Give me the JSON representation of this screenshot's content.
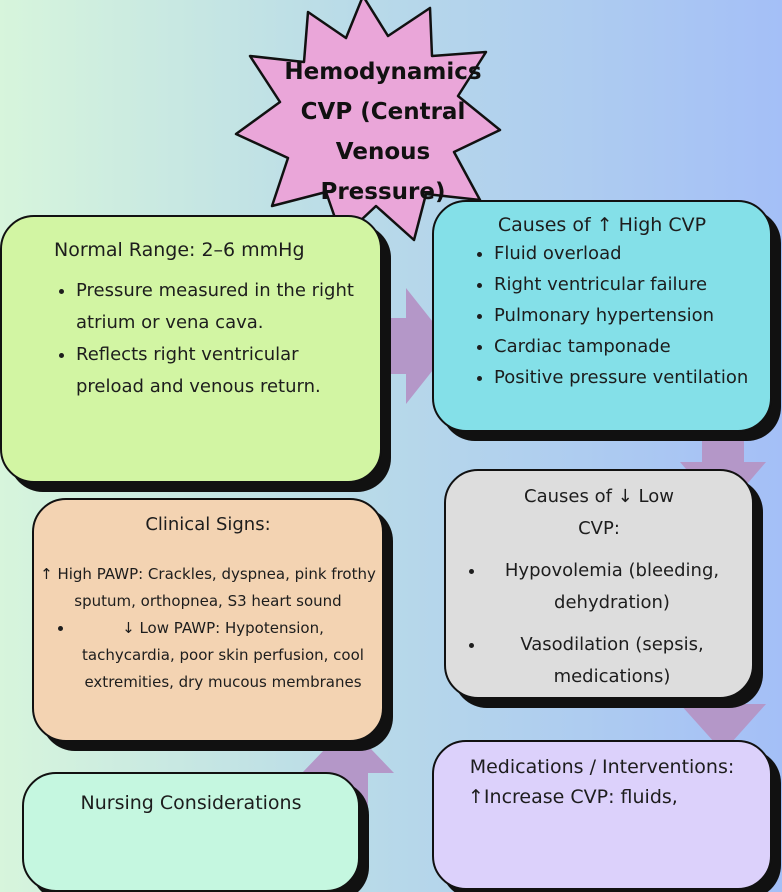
{
  "title": {
    "line1": "Hemodynamics",
    "line2": "CVP (Central",
    "line3": "Venous",
    "line4": "Pressure)"
  },
  "normal": {
    "heading": "Normal Range: 2–6 mmHg",
    "items": [
      "Pressure measured in the right atrium or vena cava.",
      "Reflects right ventricular preload and venous return."
    ]
  },
  "high_cvp": {
    "heading": "Causes of ↑ High CVP",
    "items": [
      "Fluid overload",
      "Right ventricular failure",
      "Pulmonary hypertension",
      "Cardiac tamponade",
      "Positive pressure ventilation"
    ]
  },
  "low_cvp": {
    "heading": "Causes of ↓ Low CVP:",
    "items": [
      "Hypovolemia (bleeding, dehydration)",
      "Vasodilation (sepsis, medications)"
    ]
  },
  "clinical": {
    "heading": "Clinical Signs:",
    "high": "↑ High PAWP: Crackles, dyspnea, pink frothy sputum, orthopnea, S3 heart sound",
    "low": "↓ Low PAWP: Hypotension, tachycardia, poor skin perfusion, cool extremities, dry mucous membranes"
  },
  "nursing": {
    "heading": "Nursing Considerations"
  },
  "meds": {
    "heading": "Medications / Interventions:",
    "line1": "↑Increase CVP: fluids,"
  },
  "colors": {
    "star": "#eaa6d9",
    "normal": "#d2f5a3",
    "high": "#84e0e8",
    "low": "#dddddd",
    "clinical": "#f3d3b2",
    "nursing": "#c5f7e0",
    "meds": "#dcd1fb",
    "arrow": "#b497c8"
  }
}
